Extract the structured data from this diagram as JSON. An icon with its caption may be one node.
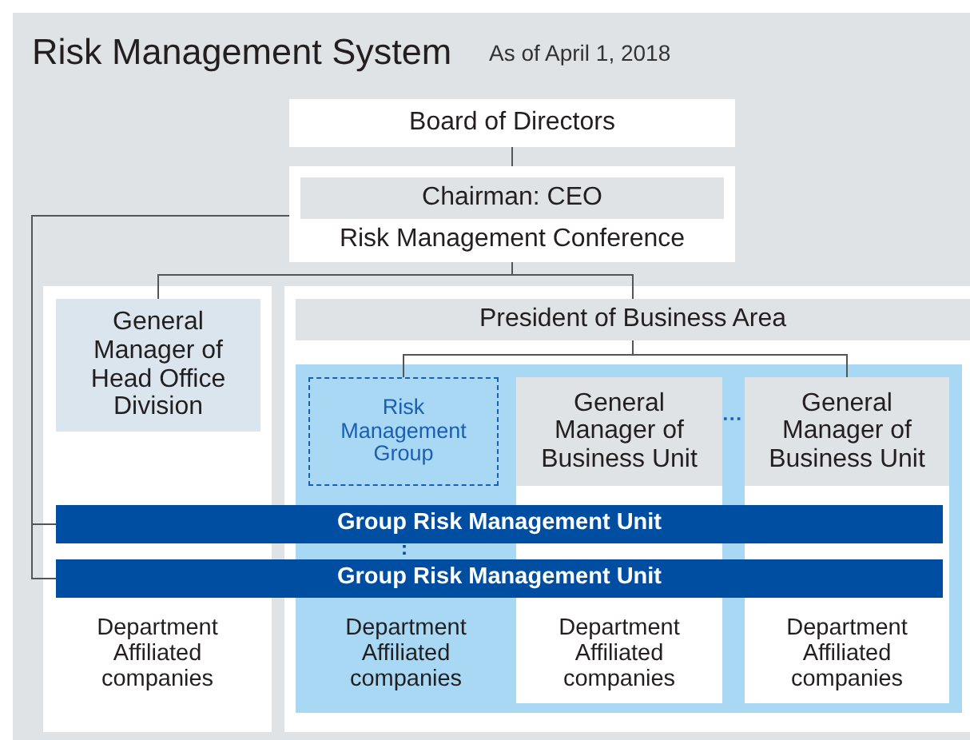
{
  "diagram": {
    "title": "Risk Management System",
    "nodes": [
      {
        "text": [
          "Board of Directors"
        ]
      },
      {
        "text": [
          "Risk Management Conference"
        ]
      },
      {
        "text": [
          "Chairman: CEO"
        ],
        "in": 1
      },
      {
        "text": [
          "Department Affiliated companies"
        ]
      },
      {
        "text": [
          "General Manager of Head Office Division"
        ],
        "in": 3
      },
      {
        "text": [],
        "shape": "box"
      },
      {
        "text": [
          "President of Business Area"
        ],
        "in": 5
      },
      {
        "text": [
          "Department Affiliated companies"
        ],
        "in": 5
      },
      {
        "text": [
          "Risk Management Group"
        ],
        "in": 7
      },
      {
        "text": [
          "Department Affiliated companies"
        ],
        "in": 7
      },
      {
        "text": [
          "General Manager of Business Unit"
        ],
        "in": 9
      },
      {
        "text": [
          "Department Affiliated companies"
        ],
        "in": 7
      },
      {
        "text": [
          "General Manager of Business Unit"
        ],
        "in": 11
      },
      {
        "text": [
          "Group Risk Management Unit"
        ]
      },
      {
        "text": [
          "Group Risk Management Unit"
        ]
      }
    ],
    "edges": [
      {
        "from": 0,
        "to": 1,
        "arrow": "none"
      },
      {
        "from": 1,
        "to": 4,
        "arrow": "none"
      },
      {
        "from": 1,
        "to": 6,
        "arrow": "none"
      },
      {
        "from": 1,
        "to": 13,
        "arrow": "none"
      },
      {
        "from": 1,
        "to": 14,
        "arrow": "none"
      },
      {
        "from": 6,
        "to": 8,
        "arrow": "none"
      },
      {
        "from": 6,
        "to": 12,
        "arrow": "none"
      },
      {
        "from": 10,
        "to": 12,
        "arrow": "none",
        "style": "dashed",
        "color": "#1a5fb4"
      },
      {
        "from": 13,
        "to": 14,
        "arrow": "none",
        "style": "dashed",
        "color": "#0a4da0"
      }
    ],
    "labels": [
      "As of April 1, 2018"
    ]
  }
}
